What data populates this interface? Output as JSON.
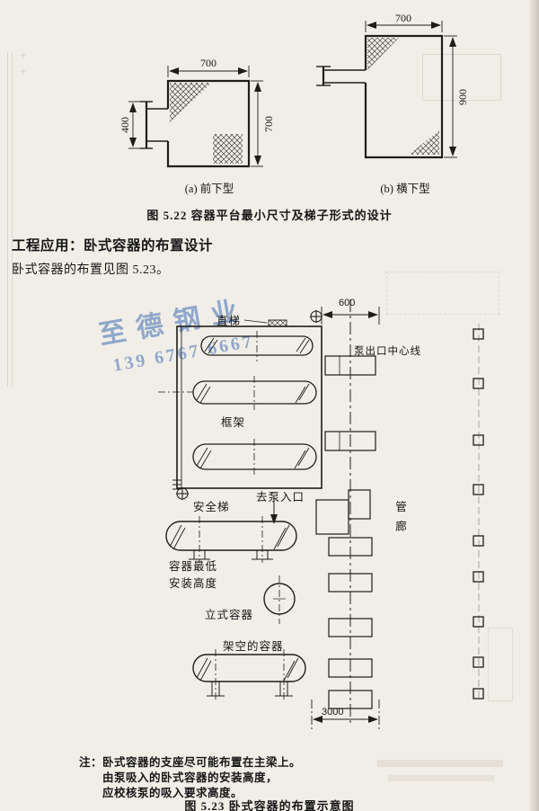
{
  "figure_522": {
    "caption": "图 5.22  容器平台最小尺寸及梯子形式的设计",
    "type_a": {
      "label": "(a) 前下型",
      "dim_width": "700",
      "dim_height": "700",
      "dim_ladder": "400"
    },
    "type_b": {
      "label": "(b) 横下型",
      "dim_width": "700",
      "dim_height": "900"
    }
  },
  "section": {
    "heading": "工程应用：卧式容器的布置设计",
    "intro": "卧式容器的布置见图 5.23。"
  },
  "figure_523": {
    "caption": "图 5.23  卧式容器的布置示意图",
    "labels": {
      "straight_ladder": "直梯",
      "dim_600": "600",
      "pump_outlet_centerline": "泵出口中心线",
      "frame": "框架",
      "safety_ladder": "安全梯",
      "to_pump_inlet": "去泵入口",
      "pipe_rack": "管廊",
      "vessel_min_height_line1": "容器最低",
      "vessel_min_height_line2": "安装高度",
      "vertical_vessel": "立式容器",
      "elevated_vessel": "架空的容器",
      "dim_3000": "3000"
    },
    "watermark": {
      "line1": "至德钢业",
      "line2": "139 6767 6667",
      "color": "#3e6eb5"
    }
  },
  "note": {
    "prefix": "注：",
    "line1": "卧式容器的支座尽可能布置在主梁上。",
    "line2": "由泵吸入的卧式容器的安装高度，",
    "line3": "应校核泵的吸入要求高度。"
  }
}
